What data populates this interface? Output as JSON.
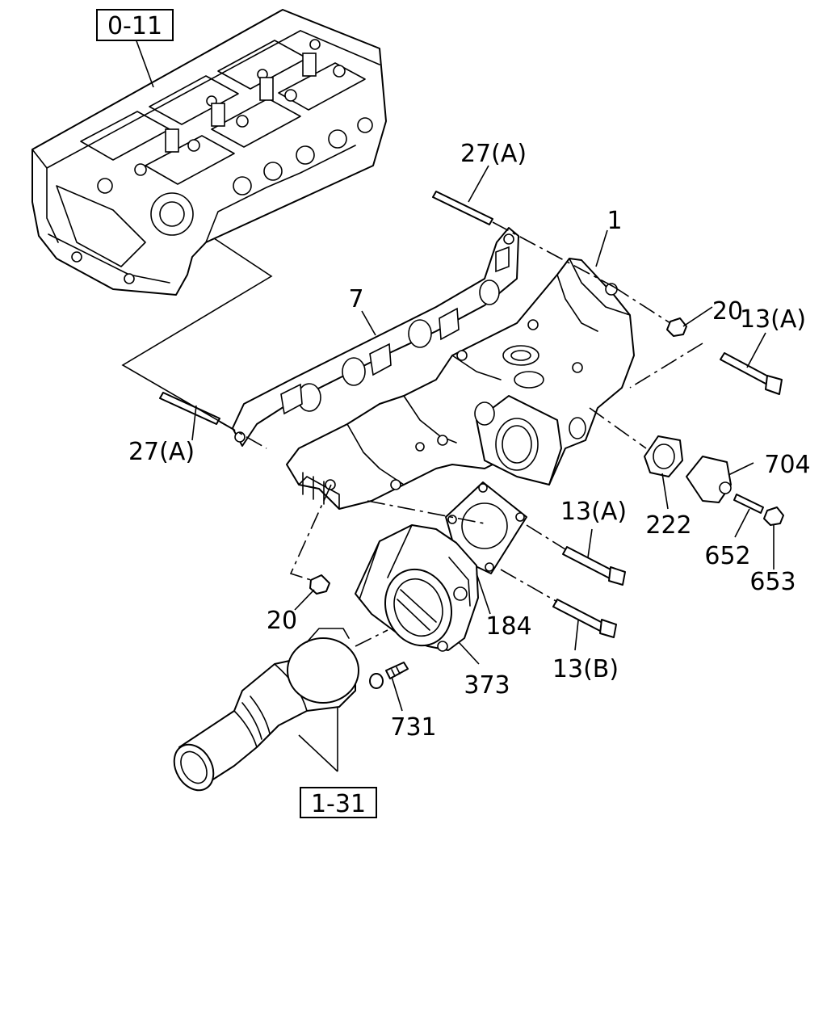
{
  "labels": {
    "ref_0_11": "0-11",
    "ref_1_31": "1-31",
    "p27a_top": "27(A)",
    "p27a_left": "27(A)",
    "p1": "1",
    "p7": "7",
    "p20_top": "20",
    "p20_bottom": "20",
    "p13a_top": "13(A)",
    "p13a_mid": "13(A)",
    "p13b": "13(B)",
    "p704": "704",
    "p222": "222",
    "p652": "652",
    "p653": "653",
    "p184": "184",
    "p373": "373",
    "p731": "731"
  }
}
